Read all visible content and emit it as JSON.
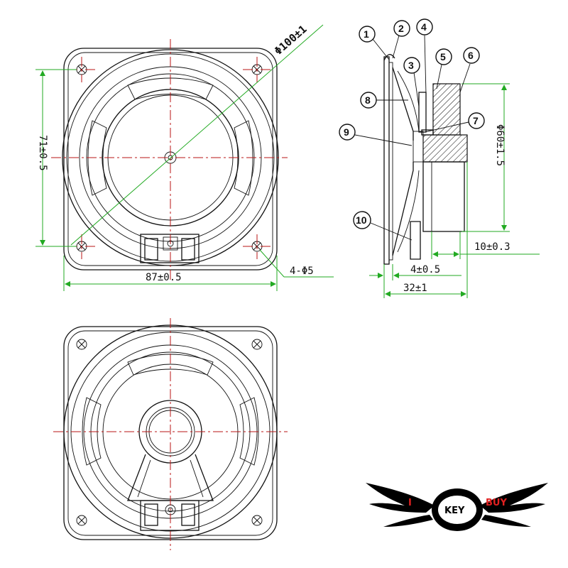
{
  "dimensions": {
    "diameter_outer": "Φ100±1",
    "height_mount": "71±0.5",
    "width_mount": "87±0.5",
    "holes": "4-Φ5",
    "magnet_diameter": "Φ60±1.5",
    "magnet_depth": "10±0.3",
    "flange_offset": "4±0.5",
    "total_depth": "32±1"
  },
  "callouts": [
    "1",
    "2",
    "3",
    "4",
    "5",
    "6",
    "7",
    "8",
    "9",
    "10"
  ],
  "logo": {
    "left": "I",
    "middle": "KEY",
    "right": "BUY",
    "colors": {
      "accent": "#e02020",
      "ring": "#000000"
    }
  },
  "colors": {
    "line": "#111111",
    "centerline": "#b81414",
    "dimension": "#22aa22"
  }
}
